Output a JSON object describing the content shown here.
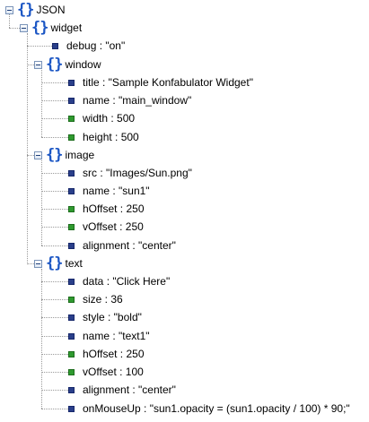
{
  "root": {
    "label": "JSON"
  },
  "widget": {
    "label": "widget",
    "debug": {
      "text": "debug : \"on\"",
      "kind": "string"
    },
    "window": {
      "label": "window",
      "items": [
        {
          "text": "title : \"Sample Konfabulator Widget\"",
          "kind": "string"
        },
        {
          "text": "name : \"main_window\"",
          "kind": "string"
        },
        {
          "text": "width : 500",
          "kind": "number"
        },
        {
          "text": "height : 500",
          "kind": "number"
        }
      ]
    },
    "image": {
      "label": "image",
      "items": [
        {
          "text": "src : \"Images/Sun.png\"",
          "kind": "string"
        },
        {
          "text": "name : \"sun1\"",
          "kind": "string"
        },
        {
          "text": "hOffset : 250",
          "kind": "number"
        },
        {
          "text": "vOffset : 250",
          "kind": "number"
        },
        {
          "text": "alignment : \"center\"",
          "kind": "string"
        }
      ]
    },
    "text": {
      "label": "text",
      "items": [
        {
          "text": "data : \"Click Here\"",
          "kind": "string"
        },
        {
          "text": "size : 36",
          "kind": "number"
        },
        {
          "text": "style : \"bold\"",
          "kind": "string"
        },
        {
          "text": "name : \"text1\"",
          "kind": "string"
        },
        {
          "text": "hOffset : 250",
          "kind": "number"
        },
        {
          "text": "vOffset : 100",
          "kind": "number"
        },
        {
          "text": "alignment : \"center\"",
          "kind": "string"
        },
        {
          "text": "onMouseUp : \"sun1.opacity = (sun1.opacity / 100) * 90;\"",
          "kind": "string"
        }
      ]
    }
  },
  "icons": {
    "object": "object-braces-icon",
    "toggle": "collapse-toggle-icon",
    "string": "string-value-icon",
    "number": "number-value-icon"
  },
  "colors": {
    "braces": "#1b56c4",
    "string_leaf": "#2a3f8a",
    "number_leaf": "#2f9a2f"
  }
}
